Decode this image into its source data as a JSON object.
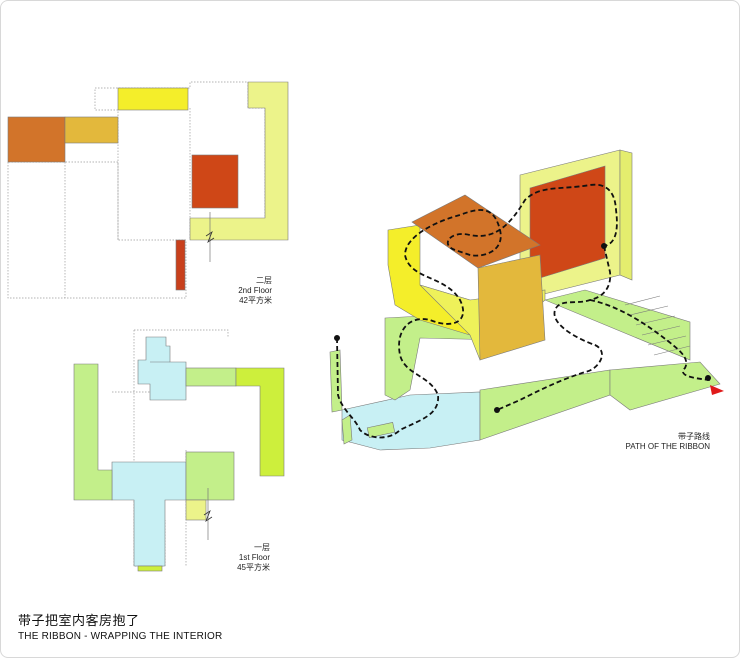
{
  "floors": {
    "second": {
      "name_cn": "二层",
      "name_en": "2nd Floor",
      "area": "42平方米"
    },
    "first": {
      "name_cn": "一层",
      "name_en": "1st Floor",
      "area": "45平方米"
    }
  },
  "ribbon_path": {
    "label_cn": "带子路线",
    "label_en": "PATH OF THE RIBBON"
  },
  "title": {
    "cn": "带子把室内客房抱了",
    "en": "THE RIBBON - WRAPPING THE INTERIOR"
  },
  "colors": {
    "dark_orange": "#d2742a",
    "mustard": "#e3b83c",
    "yellow": "#f4ee2a",
    "pale_yellow": "#ecf38a",
    "red_orange": "#cf4717",
    "red": "#c8401c",
    "light_green": "#c3ef8a",
    "lime": "#cdef3c",
    "light_cyan": "#c8f0f4",
    "arrow_red": "#e01a1a"
  }
}
